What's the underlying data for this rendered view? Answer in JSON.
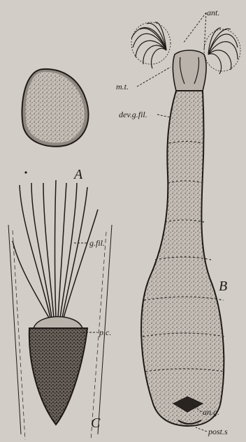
{
  "figure": {
    "panels": [
      {
        "id": "A",
        "label": "A"
      },
      {
        "id": "B",
        "label": "B"
      },
      {
        "id": "C",
        "label": "C"
      }
    ],
    "labels": {
      "ant": "ant.",
      "mt": "m.t.",
      "dev_g_fil": "dev.g.fil.",
      "g_fil": "g.fil.",
      "pc": "p.c.",
      "an_g": "an.g.",
      "post_s": "post.s"
    },
    "colors": {
      "background": "#d2cdc6",
      "ink": "#1f1a17",
      "fill_light": "#b9b3ac",
      "fill_dark": "#4c443f"
    },
    "icons": [
      "spore-drawing",
      "larva-drawing",
      "tube-drawing"
    ]
  }
}
